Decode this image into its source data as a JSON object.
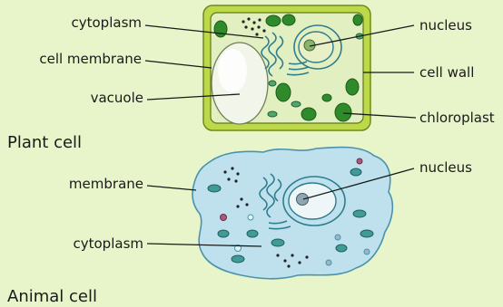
{
  "plant_cell": {
    "caption": "Plant cell",
    "labels": {
      "cytoplasm": "cytoplasm",
      "cell_membrane": "cell membrane",
      "vacuole": "vacuole",
      "nucleus": "nucleus",
      "cell_wall": "cell wall",
      "chloroplast": "chloroplast"
    }
  },
  "animal_cell": {
    "caption": "Animal cell",
    "labels": {
      "membrane": "membrane",
      "cytoplasm": "cytoplasm",
      "nucleus": "nucleus"
    }
  },
  "colors": {
    "background": "#e8f4c9",
    "cell_wall": "#bdd94a",
    "plant_cytoplasm": "#e2efc0",
    "chloroplast": "#2f8a2a",
    "animal_cytoplasm": "#bfe1ee",
    "animal_outline": "#4a93ad",
    "organelle": "#2e7d8c"
  }
}
